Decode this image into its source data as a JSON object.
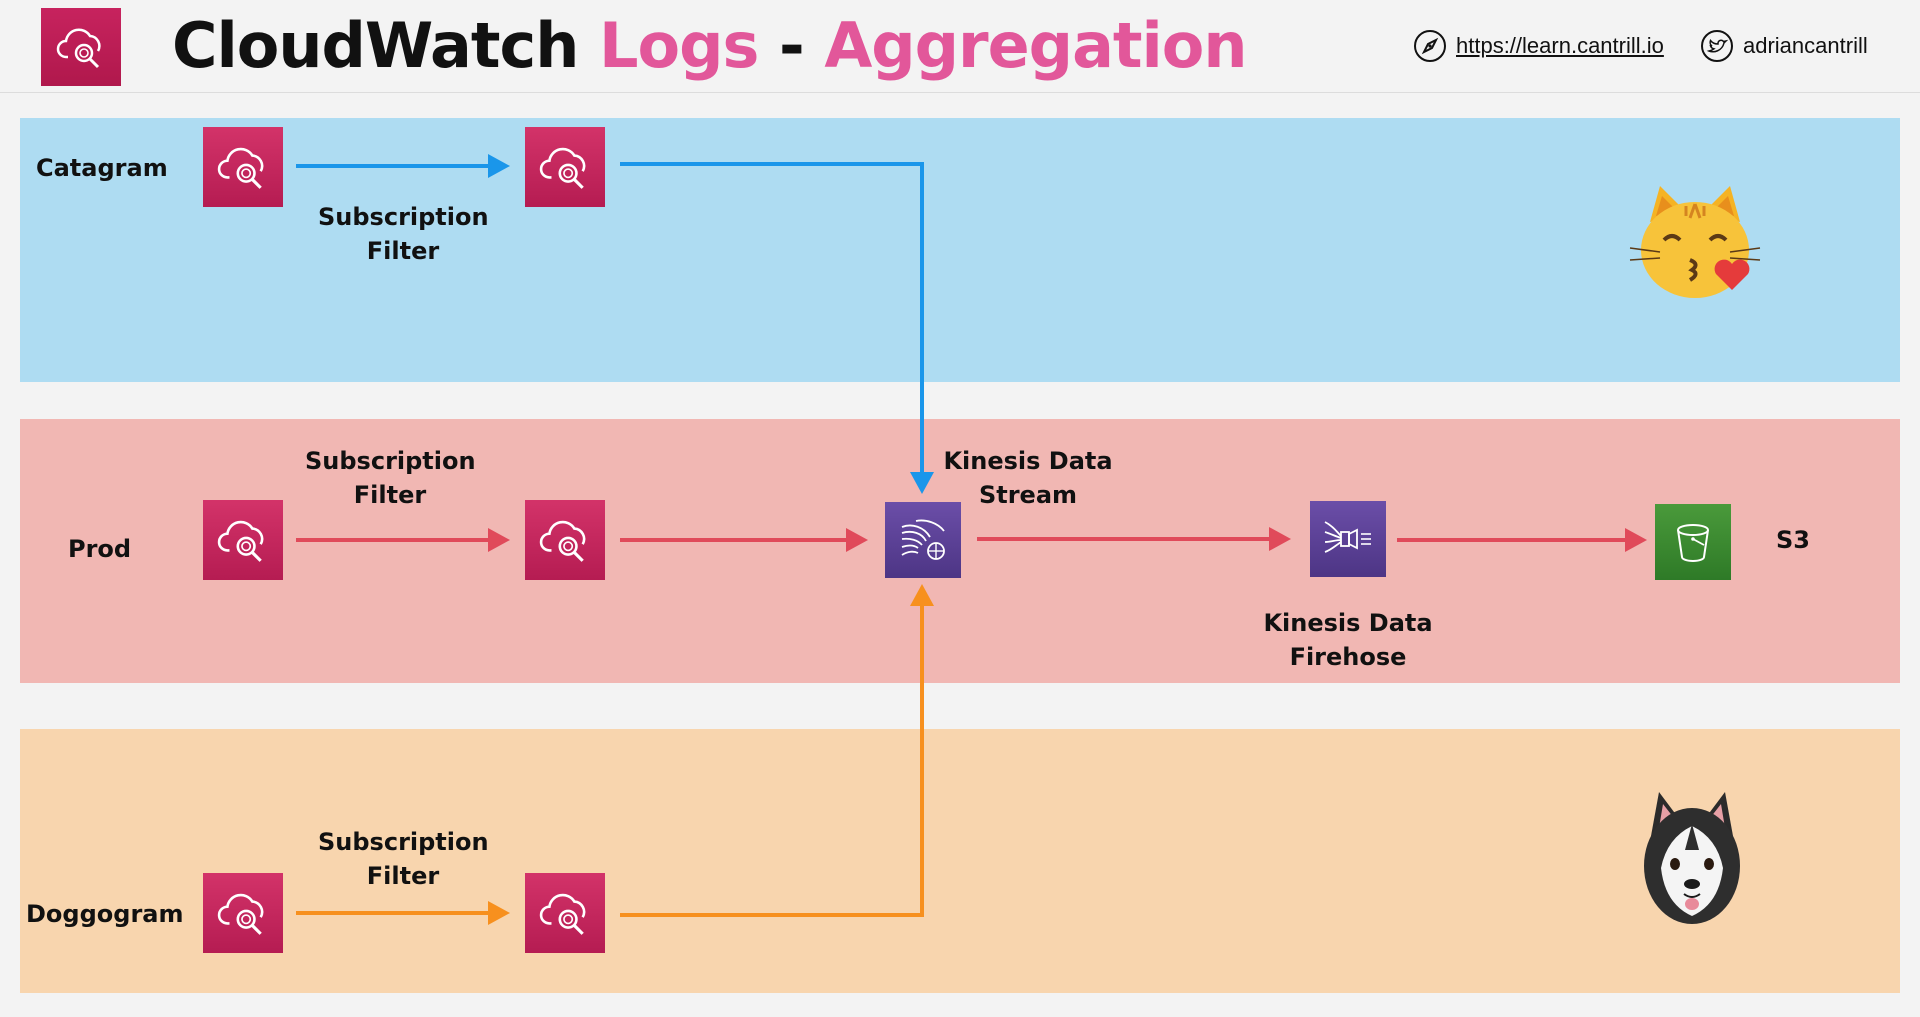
{
  "header": {
    "title_part1": "CloudWatch",
    "title_part2": "Logs",
    "title_sep": " - ",
    "title_part3": "Aggregation",
    "website": "https://learn.cantrill.io",
    "twitter": "adriancantrill"
  },
  "colors": {
    "title_accent": "#e2579a",
    "band_catagram": "#aedcf2",
    "band_prod": "#f1b7b3",
    "band_doggogram": "#f8d5ae",
    "arrow_catagram": "#1a96ea",
    "arrow_prod": "#e04a5a",
    "arrow_doggogram": "#f7901e"
  },
  "accounts": {
    "catagram": {
      "name": "Catagram",
      "filter_label": "Subscription\nFilter"
    },
    "prod": {
      "name": "Prod",
      "filter_label": "Subscription\nFilter"
    },
    "doggogram": {
      "name": "Doggogram",
      "filter_label": "Subscription\nFilter"
    }
  },
  "services": {
    "kinesis_stream": "Kinesis Data\nStream",
    "kinesis_firehose": "Kinesis Data\nFirehose",
    "s3": "S3"
  },
  "icons": {
    "cloudwatch_logs": "cloudwatch-logs-icon",
    "kinesis_stream": "kinesis-data-stream-icon",
    "kinesis_firehose": "kinesis-firehose-icon",
    "s3": "s3-bucket-icon",
    "compass": "compass-icon",
    "twitter": "twitter-icon",
    "cat": "kissing-cat-emoji",
    "dog": "husky-dog-emoji"
  }
}
